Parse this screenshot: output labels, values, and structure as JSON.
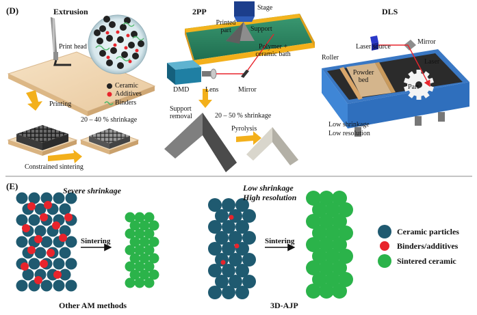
{
  "panel_d": {
    "label": "(D)",
    "extrusion": {
      "title": "Extrusion",
      "print_head": "Print head",
      "legend": {
        "ceramic": "Ceramic",
        "additives": "Additives",
        "binders": "Binders"
      },
      "printing": "Printing",
      "shrinkage": "20 – 40 % shrinkage",
      "constrained_sintering": "Constrained sintering"
    },
    "tpp": {
      "title": "2PP",
      "stage": "Stage",
      "printed_part": "Printed part",
      "support": "Support",
      "bath": "Polymer + ceramic bath",
      "dmd": "DMD",
      "lens": "Lens",
      "mirror": "Mirror",
      "support_removal": "Support removal",
      "shrinkage": "20 – 50 % shrinkage",
      "pyrolysis": "Pyrolysis"
    },
    "dls": {
      "title": "DLS",
      "laser_source": "Laser source",
      "mirror": "Mirror",
      "roller": "Roller",
      "powder_bed": "Powder bed",
      "laser": "Laser",
      "part": "Part",
      "low_shrinkage": "Low shrinkage",
      "low_resolution": "Low resolution"
    }
  },
  "panel_e": {
    "label": "(E)",
    "left_title": "Severe shrinkage",
    "right_title_1": "Low shrinkage",
    "right_title_2": "High resolution",
    "sintering_left": "Sintering",
    "sintering_right": "Sintering",
    "caption_left": "Other AM methods",
    "caption_right": "3D-AJP",
    "legend": [
      {
        "label": "Ceramic particles",
        "color": "#1f5a70"
      },
      {
        "label": "Binders/additives",
        "color": "#e8242c"
      },
      {
        "label": "Sintered ceramic",
        "color": "#2bb34a"
      }
    ]
  }
}
